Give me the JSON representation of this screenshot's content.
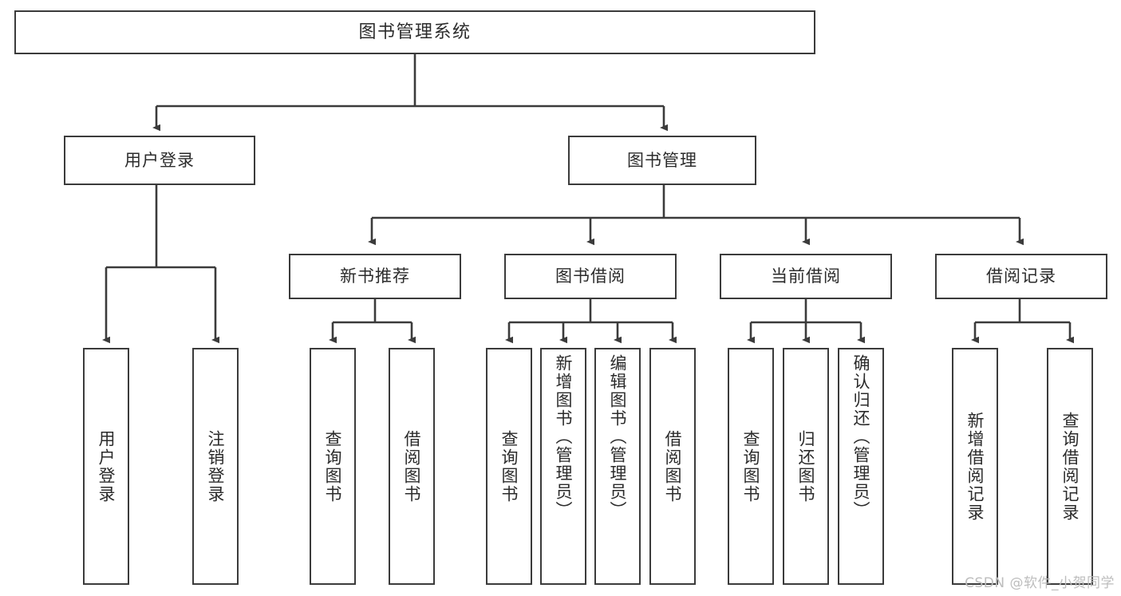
{
  "diagram": {
    "title": "图书管理系统",
    "type": "tree-hierarchy-chart",
    "stroke_color": "#3b3b3b",
    "text_color": "#2b2b2b",
    "background_color": "#ffffff",
    "levels": 4
  },
  "nodes": {
    "root": {
      "label": "图书管理系统"
    },
    "level2": [
      {
        "label": "用户登录"
      },
      {
        "label": "图书管理"
      }
    ],
    "level3": [
      {
        "label": "新书推荐"
      },
      {
        "label": "图书借阅"
      },
      {
        "label": "当前借阅"
      },
      {
        "label": "借阅记录"
      }
    ],
    "leaves_user_login": [
      {
        "label": "用户登录"
      },
      {
        "label": "注销登录"
      }
    ],
    "leaves_new_book": [
      {
        "label": "查询图书"
      },
      {
        "label": "借阅图书"
      }
    ],
    "leaves_borrow": [
      {
        "label": "查询图书"
      },
      {
        "label": "新增图书（管理员）"
      },
      {
        "label": "编辑图书（管理员）"
      },
      {
        "label": "借阅图书"
      }
    ],
    "leaves_current": [
      {
        "label": "查询图书"
      },
      {
        "label": "归还图书"
      },
      {
        "label": "确认归还（管理员）"
      }
    ],
    "leaves_records": [
      {
        "label": "新增借阅记录"
      },
      {
        "label": "查询借阅记录"
      }
    ]
  },
  "watermark": {
    "text": "CSDN @软件_小贺同学"
  }
}
